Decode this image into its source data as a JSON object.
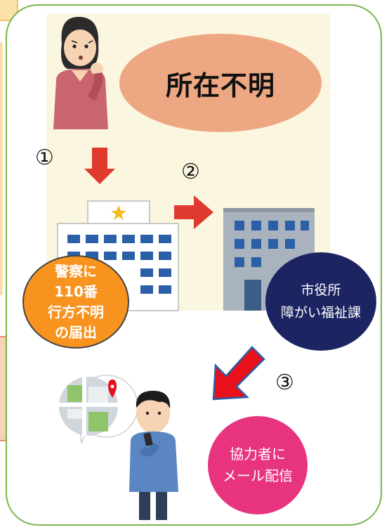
{
  "title": "所在不明",
  "steps": {
    "one": "①",
    "two": "②",
    "three": "③"
  },
  "police_lines": [
    "警察に",
    "110番",
    "行方不明",
    "の届出"
  ],
  "city_lines": [
    "市役所",
    "障がい福祉課"
  ],
  "mail_lines": [
    "協力者に",
    "メール配信"
  ],
  "icons": {
    "worried_woman": "worried-woman-icon",
    "police_station": "police-station-icon",
    "city_hall": "city-hall-icon",
    "map": "map-icon",
    "man_phone": "man-with-smartphone-icon"
  },
  "colors": {
    "frame": "#7bb44a",
    "title_oval": "#eda782",
    "police": "#f7931e",
    "city": "#1c2461",
    "mail": "#e8337f",
    "arrow": "#e03a2e"
  }
}
